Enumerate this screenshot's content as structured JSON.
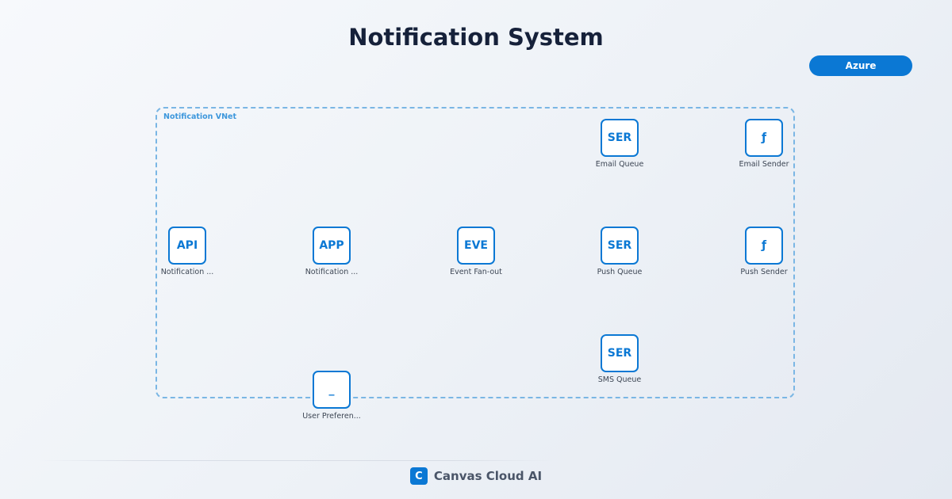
{
  "title": "Notification System",
  "provider_badge": "Azure",
  "group": {
    "label": "Notification VNet"
  },
  "nodes": {
    "email_queue": {
      "icon": "SER",
      "label": "Email Queue"
    },
    "email_sender": {
      "icon": "ƒ",
      "label": "Email Sender"
    },
    "notification_api": {
      "icon": "API",
      "label": "Notification ..."
    },
    "notification_app": {
      "icon": "APP",
      "label": "Notification ..."
    },
    "event_fanout": {
      "icon": "EVE",
      "label": "Event Fan-out"
    },
    "push_queue": {
      "icon": "SER",
      "label": "Push Queue"
    },
    "push_sender": {
      "icon": "ƒ",
      "label": "Push Sender"
    },
    "sms_queue": {
      "icon": "SER",
      "label": "SMS Queue"
    },
    "user_preferences": {
      "icon": "_",
      "label": "User Preferen..."
    }
  },
  "footer": {
    "logo": "C",
    "brand": "Canvas Cloud AI"
  },
  "colors": {
    "accent": "#0b78d4",
    "group_border": "#7ab6e4",
    "title": "#16213a"
  }
}
